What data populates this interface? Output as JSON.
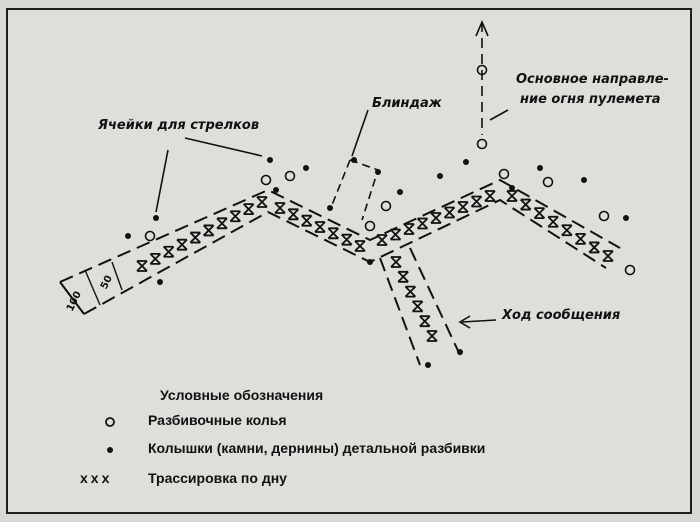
{
  "labels": {
    "cells": "Ячейки для стрелков",
    "dugout": "Блиндаж",
    "main_direction_line1": "Основное направле-",
    "main_direction_line2": "ние огня пулемета",
    "communication": "Ход сообщения"
  },
  "dimensions": {
    "outer": "100",
    "inner": "50"
  },
  "legend": {
    "title": "Условные обозначения",
    "items": [
      {
        "symbol": "open-circle-icon",
        "text": "Разбивочные колья"
      },
      {
        "symbol": "filled-dot-icon",
        "text": "Колышки (камни, дернины) детальной разбивки"
      },
      {
        "symbol": "xxx-icon",
        "text": "Трассировка по дну"
      }
    ],
    "xxx_glyph": "ххх"
  },
  "colors": {
    "ink": "#111111",
    "paper": "#dededa"
  }
}
